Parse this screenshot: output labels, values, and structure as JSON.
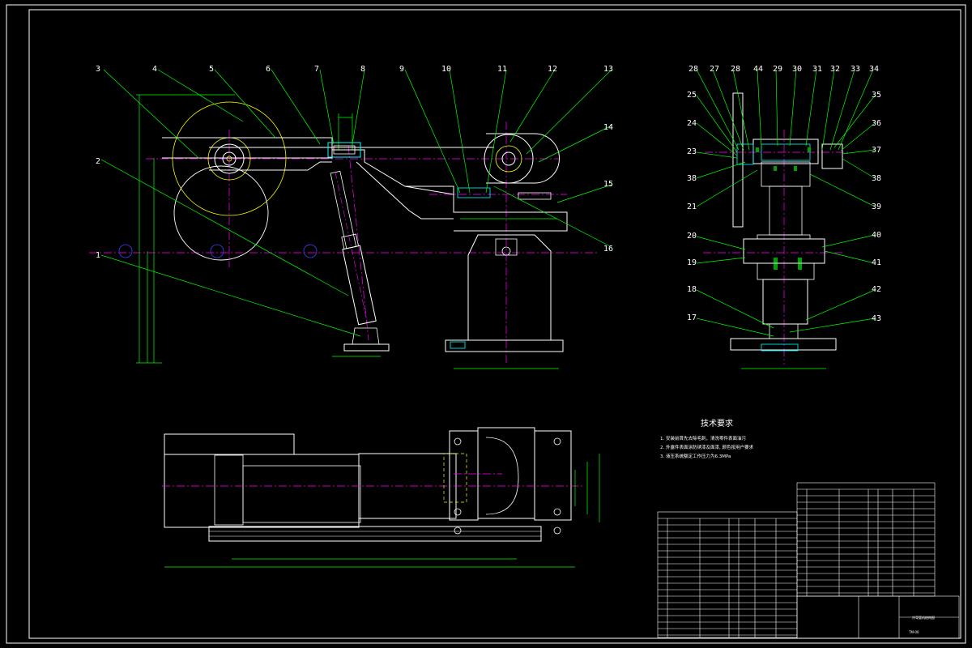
{
  "colors": {
    "background": "#000000",
    "outline": "#ffffff",
    "leader": "#00ff00",
    "centerline": "#ff00ff",
    "hidden": "#ffff00",
    "part": "#00ffff",
    "accent_blue": "#4040ff",
    "accent_red": "#ff3030"
  },
  "front_view": {
    "balloons": [
      "3",
      "4",
      "5",
      "6",
      "7",
      "8",
      "9",
      "10",
      "11",
      "12",
      "13",
      "14",
      "15",
      "16",
      "2",
      "1"
    ]
  },
  "side_view": {
    "balloons_top": [
      "28",
      "27",
      "28",
      "44",
      "29",
      "30",
      "31",
      "32",
      "33",
      "34"
    ],
    "balloons_left": [
      "25",
      "24",
      "23",
      "38",
      "21",
      "20",
      "19",
      "18",
      "17"
    ],
    "balloons_right": [
      "35",
      "36",
      "37",
      "38",
      "39",
      "40",
      "41",
      "42",
      "43"
    ]
  },
  "tech_requirements": {
    "title": "技术要求",
    "lines": [
      "1. 安装前首先去除毛刺，清洗零件表面油污",
      "2. 外露件表面涂防锈漆及面漆, 颜色按用户要求",
      "3. 液压系统额定工作压力为6.3MPa"
    ]
  },
  "title_block": {
    "drawing_name": "冷弯管机结构图",
    "drawing_number": "TM-00"
  }
}
